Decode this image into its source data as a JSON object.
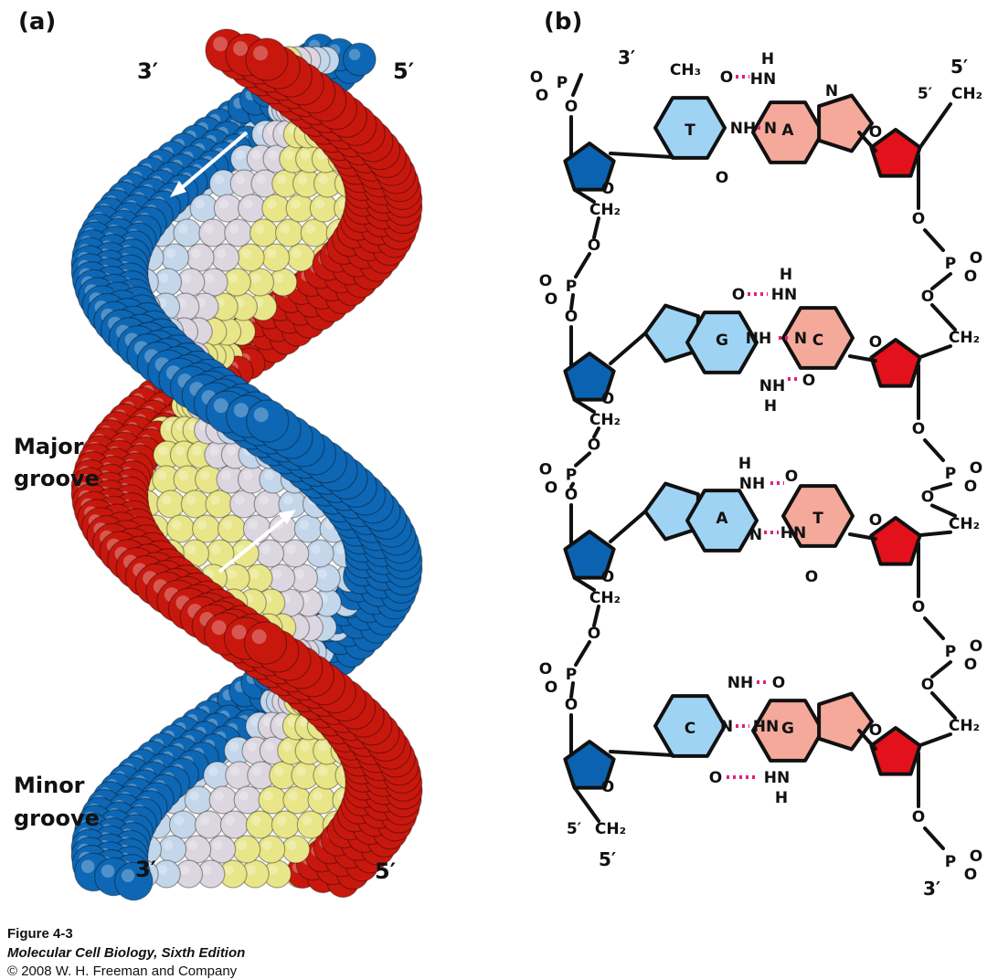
{
  "panel_a": {
    "label": "(a)",
    "top_left_end": "3′",
    "top_right_end": "5′",
    "bottom_left_end": "3′",
    "bottom_right_end": "5′",
    "major_groove": [
      "Major",
      "groove"
    ],
    "minor_groove": [
      "Minor",
      "groove"
    ],
    "colors": {
      "strand1": "#c8180e",
      "strand2": "#0e67b4",
      "base_yellow": "#e9e68a",
      "base_white": "#dcd6e0",
      "base_blue": "#c4d6ea"
    }
  },
  "panel_b": {
    "label": "(b)",
    "left_top_end": "3′",
    "right_top_end": "5′",
    "left_bottom_end": "5′",
    "right_bottom_end": "3′",
    "prime5": "5′",
    "atoms": {
      "P": "P",
      "O": "O",
      "CH2": "CH₂",
      "CH3": "CH₃",
      "NH": "NH",
      "HN": "HN",
      "H": "H",
      "N": "N"
    },
    "pairs": [
      {
        "left": "T",
        "right": "A"
      },
      {
        "left": "G",
        "right": "C"
      },
      {
        "left": "A",
        "right": "T"
      },
      {
        "left": "C",
        "right": "G"
      }
    ],
    "colors": {
      "left_sugar": "#0b62b0",
      "right_sugar": "#e3111b",
      "left_base": "#9fd3f4",
      "right_base": "#f5a99a",
      "hbond": "#e0207a"
    }
  },
  "caption": {
    "figure": "Figure 4-3",
    "book": "Molecular Cell Biology, Sixth Edition",
    "copyright": "© 2008 W. H. Freeman and Company"
  }
}
